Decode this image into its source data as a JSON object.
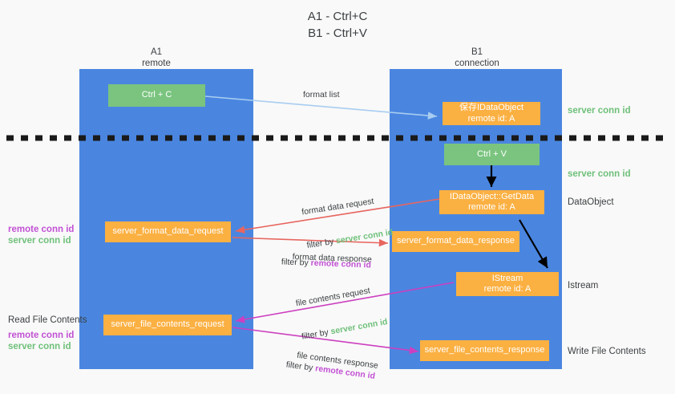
{
  "title": "A1 - Ctrl+C\nB1 - Ctrl+V",
  "lanes": [
    {
      "id": "a1",
      "title": "A1\nremote"
    },
    {
      "id": "b1",
      "title": "B1\nconnection"
    }
  ],
  "boxes": {
    "ctrl_c": "Ctrl + C",
    "ctrl_v": "Ctrl + V",
    "save_idataobject": "保存IDataObject\nremote id: A",
    "idataobject_getdata": "IDataObject::GetData\nremote id: A",
    "istream": "IStream\nremote id: A",
    "server_format_data_request": "server_format_data_request",
    "server_format_data_response": "server_format_data_response",
    "server_file_contents_request": "server_file_contents_request",
    "server_file_contents_response": "server_file_contents_response"
  },
  "right_labels": {
    "server_conn_id_1": "server conn id",
    "server_conn_id_2": "server conn id",
    "dataobject": "DataObject",
    "istream": "Istream",
    "write_file_contents": "Write File Contents"
  },
  "left_labels": {
    "remote_conn_id_1": "remote conn id",
    "server_conn_id_1": "server conn id",
    "read_file_contents": "Read File Contents",
    "remote_conn_id_2": "remote conn id",
    "server_conn_id_2": "server conn id"
  },
  "edges": {
    "format_list": "format list",
    "format_data_request": "format data request",
    "format_data_request_filter_prefix": "filter by ",
    "format_data_request_filter_key": "server conn id",
    "format_data_response": "format data response",
    "format_data_response_filter_prefix": "filter by ",
    "format_data_response_filter_key": "remote conn id",
    "file_contents_request": "file contents request",
    "file_contents_request_filter_prefix": "filter by ",
    "file_contents_request_filter_key": "server conn id",
    "file_contents_response": "file contents response",
    "file_contents_response_filter_prefix": "filter by ",
    "file_contents_response_filter_key": "remote conn id"
  },
  "colors": {
    "background": "#f9f9f9",
    "lane": "#4a86e0",
    "green_box": "#7ac47f",
    "orange_box": "#fbb042",
    "green_text": "#6fc07a",
    "purple_text": "#c251d4",
    "arrow_blue": "#a8cdf0",
    "arrow_red": "#e8655f",
    "arrow_magenta": "#cc3fc0",
    "arrow_black": "#000000",
    "divider": "#1a1a1a"
  }
}
